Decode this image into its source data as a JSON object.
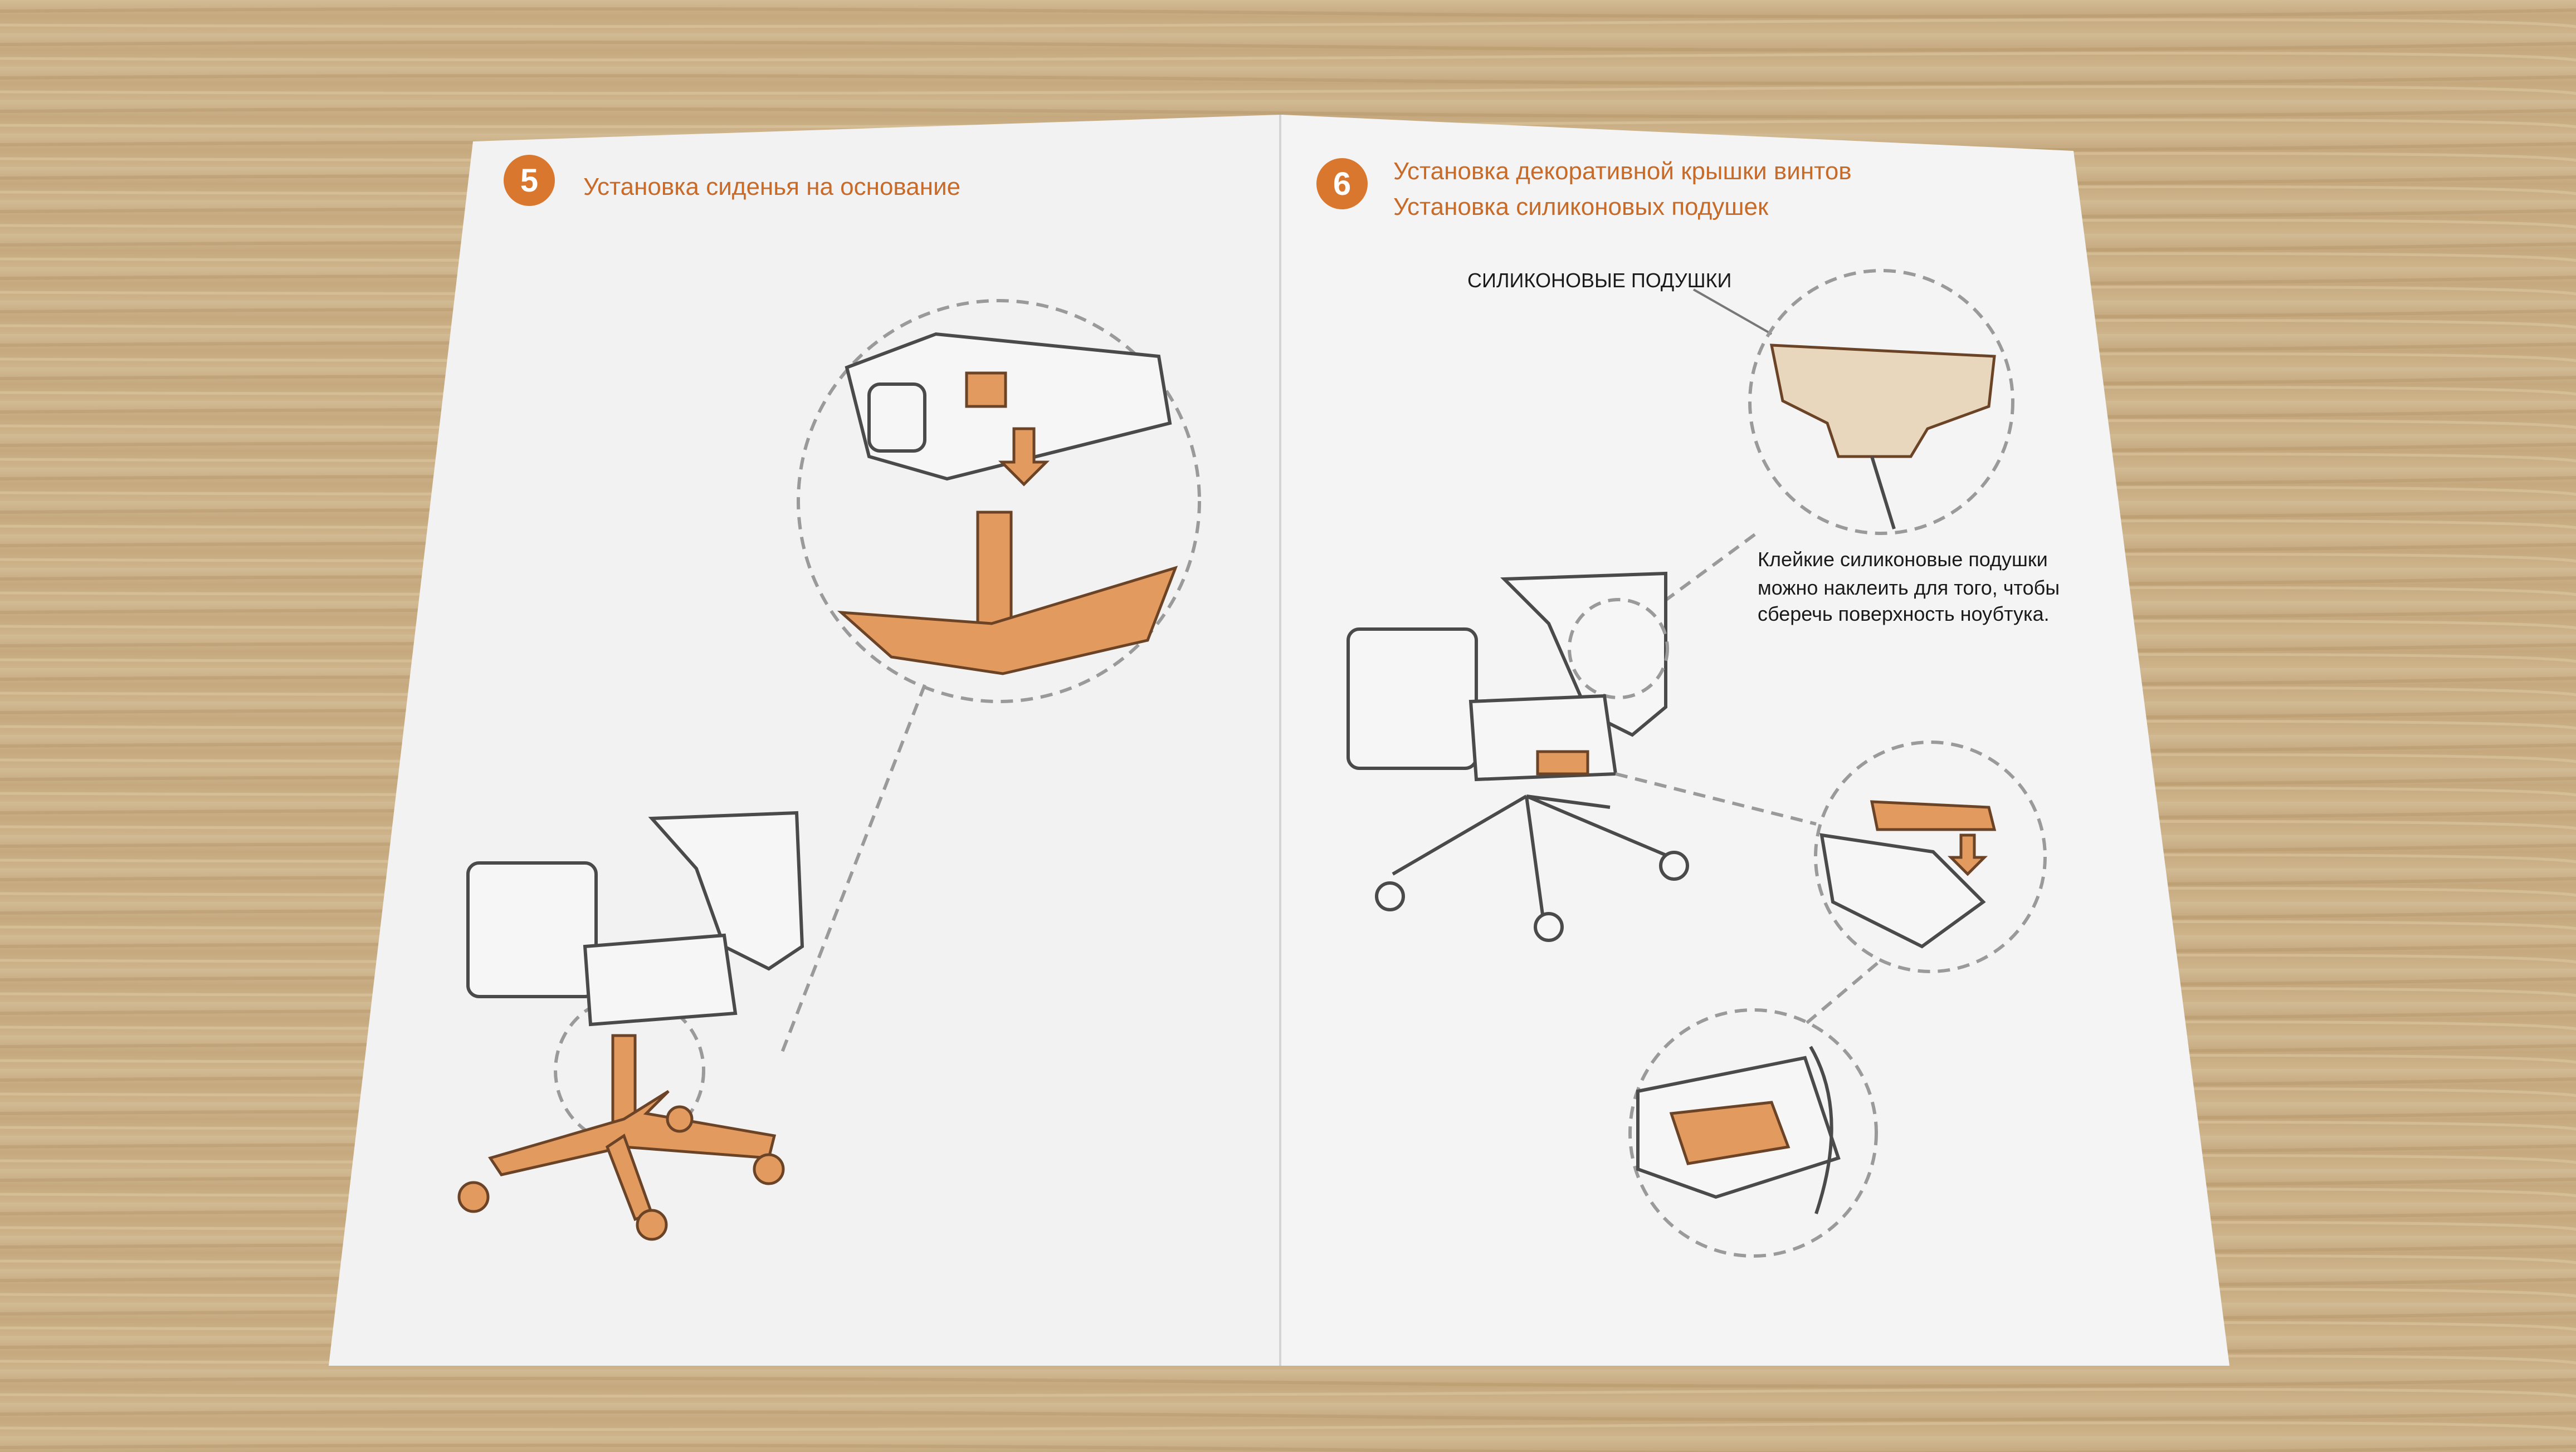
{
  "accent_color": "#c86a28",
  "left_page": {
    "step_number": "5",
    "title": "Установка сиденья на основание"
  },
  "right_page": {
    "step_number": "6",
    "title_line1": "Установка декоративной крышки винтов",
    "title_line2": "Установка силиконовых подушек",
    "callout_label": "СИЛИКОНОВЫЕ ПОДУШКИ",
    "note_lines": [
      "Клейкие силиконовые подушки",
      "можно наклеить для того, чтобы",
      "сберечь поверхность ноубтука."
    ]
  }
}
